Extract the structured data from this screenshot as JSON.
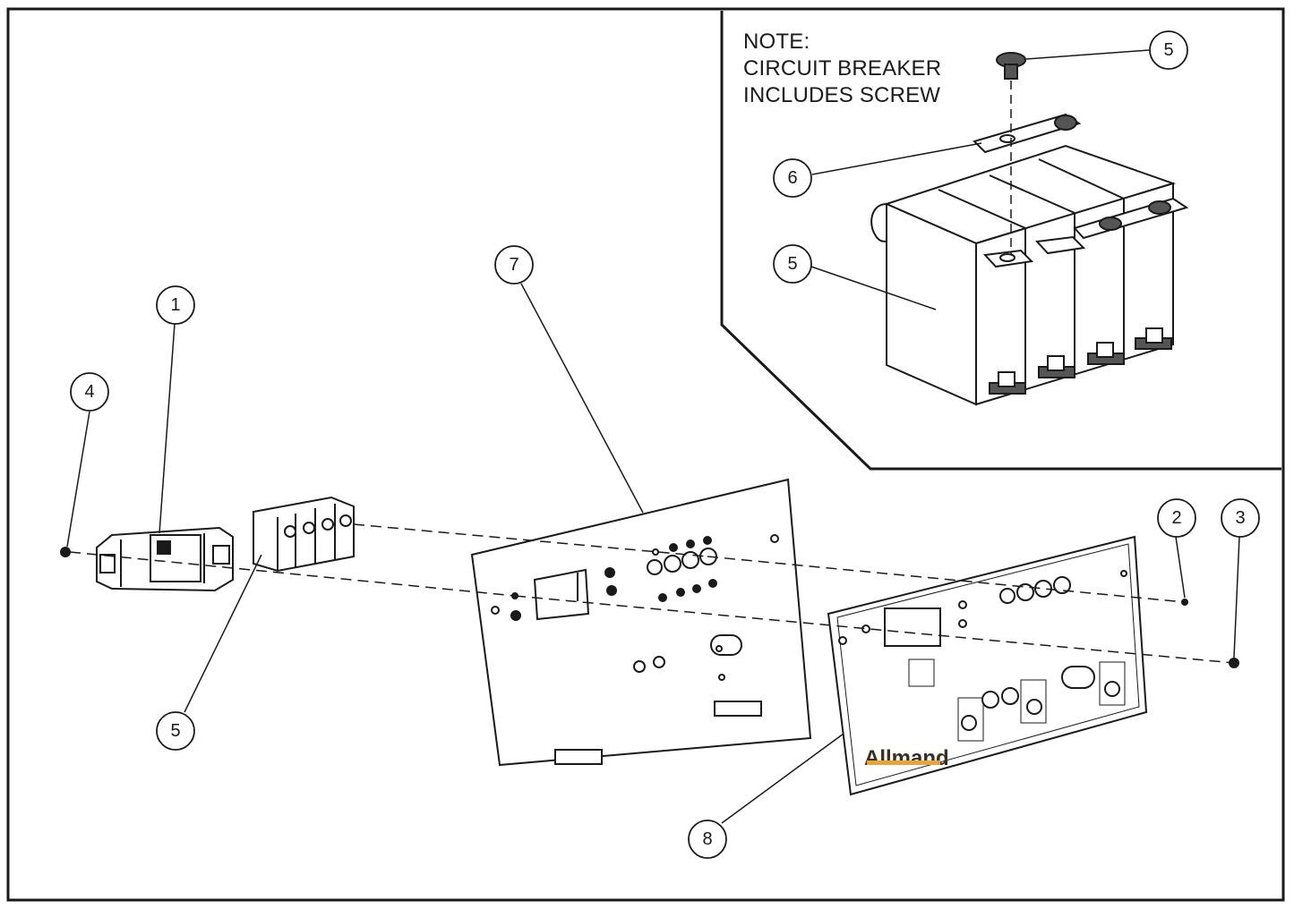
{
  "note": {
    "lines": [
      "NOTE:",
      "CIRCUIT BREAKER",
      "INCLUDES SCREW"
    ]
  },
  "callouts": [
    "1",
    "2",
    "3",
    "4",
    "5",
    "5",
    "5",
    "6",
    "7",
    "8"
  ],
  "decal": {
    "brand": "Allmand",
    "brand_color": "#e8a33a"
  },
  "colors": {
    "line": "#1a1a1a",
    "background": "#ffffff"
  }
}
